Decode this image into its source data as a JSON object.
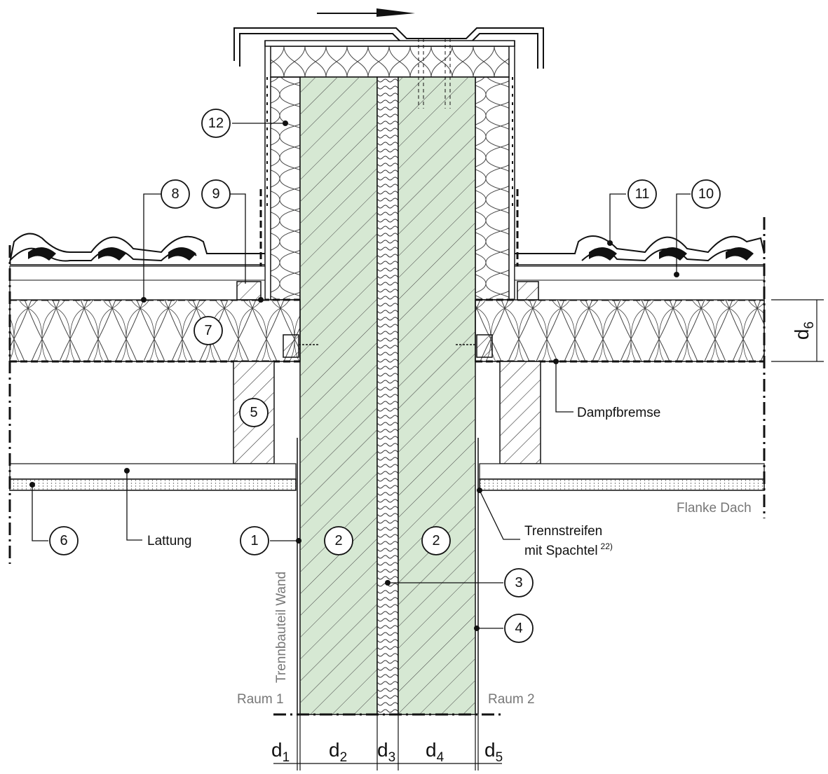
{
  "labels": {
    "dampfbremse": "Dampfbremse",
    "lattung": "Lattung",
    "flanke_dach": "Flanke Dach",
    "trennstreifen_line1": "Trennstreifen",
    "trennstreifen_line2": "mit Spachtel",
    "trennstreifen_sup": "22)",
    "trennbauteil_wand": "Trennbauteil Wand",
    "raum1": "Raum 1",
    "raum2": "Raum 2"
  },
  "callouts": {
    "c1": "1",
    "c2a": "2",
    "c2b": "2",
    "c3": "3",
    "c4": "4",
    "c5": "5",
    "c6": "6",
    "c7": "7",
    "c8": "8",
    "c9": "9",
    "c10": "10",
    "c11": "11",
    "c12": "12"
  },
  "dimensions": {
    "d1": {
      "base": "d",
      "sub": "1"
    },
    "d2": {
      "base": "d",
      "sub": "2"
    },
    "d3": {
      "base": "d",
      "sub": "3"
    },
    "d4": {
      "base": "d",
      "sub": "4"
    },
    "d5": {
      "base": "d",
      "sub": "5"
    },
    "d6": {
      "base": "d",
      "sub": "6"
    }
  },
  "colors": {
    "masonry_fill": "#d6e8d3",
    "line": "#111111",
    "grey_text": "#777777"
  }
}
